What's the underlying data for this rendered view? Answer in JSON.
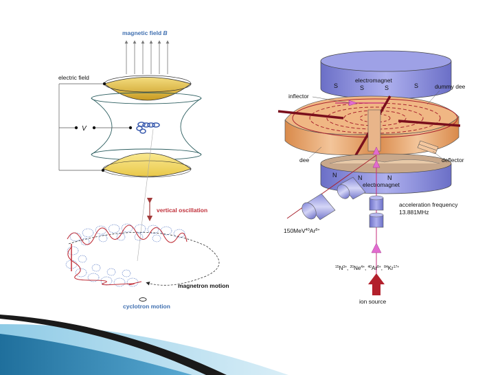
{
  "penning_trap": {
    "magnetic_field_label": "magnetic field ",
    "magnetic_field_symbol": "B",
    "electric_field_label": "electric field",
    "voltage_label": "V",
    "vertical_oscillation_label": "vertical oscillation",
    "magnetron_motion_label": "magnetron motion",
    "cyclotron_motion_label": "cyclotron motion"
  },
  "cyclotron": {
    "electromagnet_top_label": "electromagnet",
    "pole_top_labels": [
      "S",
      "S",
      "S",
      "S"
    ],
    "inflector_label": "inflector",
    "dummy_dee_label": "dummy dee",
    "dee_label": "dee",
    "deflector_label": "deflector",
    "pole_bottom_labels": [
      "N",
      "N",
      "N"
    ],
    "electromagnet_bottom_label": "electromagnet",
    "beam_out": {
      "energy": "150MeV",
      "mass": "40",
      "element": "Ar",
      "charge": "8+"
    },
    "acceleration_frequency_label": "acceleration frequency",
    "acceleration_frequency_value": "13.881MHz",
    "ions": [
      {
        "mass": "15",
        "element": "N",
        "charge": "3+"
      },
      {
        "mass": "20",
        "element": "Ne",
        "charge": "4+"
      },
      {
        "mass": "40",
        "element": "Ar",
        "charge": "8+"
      },
      {
        "mass": "84",
        "element": "Kr",
        "charge": "17+"
      }
    ],
    "ion_source_label": "ion source"
  },
  "colors": {
    "accent_blue": "#3f6fb0",
    "oscillation_red": "#c0303a",
    "electrode_yellow": "#e6c24f",
    "magnet_purple": "#8c8fd8",
    "dee_orange": "#e7a56b",
    "beam_pink": "#e26bd0",
    "footer_blue": "#2c87b8"
  }
}
